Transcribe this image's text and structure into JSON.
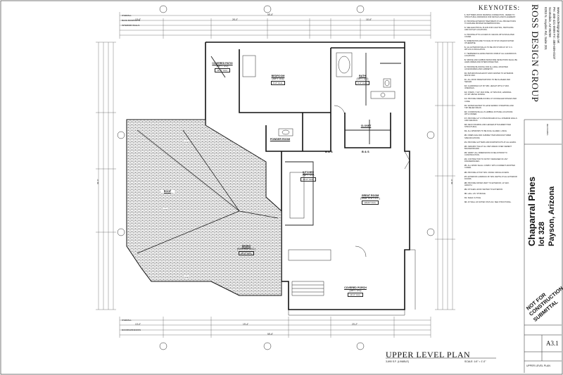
{
  "keynotes": {
    "title": "KEYNOTES:",
    "items": [
      {
        "n": "1.",
        "text": "BUTTRESS ROOF FRAMING CONNECTION - REFER TO STRUCTURAL DRAWINGS FOR DETAILS AND PLACEMENT."
      },
      {
        "n": "2.",
        "text": "PROVIDE EXTERIOR TREATMENT AT ALL PROJECTIONS TO ENSURE PROPER WATERPROOFING."
      },
      {
        "n": "3.",
        "text": "SEE ELECTRICAL PLANS FOR LIGHTING, SWITCHING AND OUTLET LOCATIONS."
      },
      {
        "n": "4.",
        "text": "PROVIDE ATTIC ACCESS IN CEILING WITH INSULATED COVER."
      },
      {
        "n": "5.",
        "text": "DIMENSIONS ARE TO FACE OF STUD UNLESS NOTED OTHERWISE."
      },
      {
        "n": "6.",
        "text": "ALL EXTERIOR WALLS TO BE 2X6 STUDS AT 16\" O.C. WITH R-19 INSULATION."
      },
      {
        "n": "7.",
        "text": "TEMPERED GLAZING PER IRC R308 AT ALL HAZARDOUS LOCATIONS."
      },
      {
        "n": "8.",
        "text": "SMOKE AND CARBON MONOXIDE DETECTORS SHALL BE HARD-WIRED AND INTERCONNECTED."
      },
      {
        "n": "9.",
        "text": "PROVIDE BLOCKING FOR ALL WALL MOUNTED ACCESSORIES AND CABINETRY."
      },
      {
        "n": "10.",
        "text": "BATHROOM EXHAUST FANS VENTED TO EXTERIOR. MIN 50 CFM."
      },
      {
        "n": "11.",
        "text": "ALL ROOF PENETRATIONS TO BE FLASHED AND SEALED."
      },
      {
        "n": "12.",
        "text": "GUARDRAILS AT 36\" MIN. HEIGHT WITH 4\" MAX. OPENINGS."
      },
      {
        "n": "13.",
        "text": "STAIRS: 7-3/4\" MAX RISE, 10\" MIN RUN, HANDRAIL 34\"-38\" ABOVE NOSING."
      },
      {
        "n": "14.",
        "text": "PROVIDE FIREBLOCKING AT CONCEALED SPACES PER CODE."
      },
      {
        "n": "15.",
        "text": "WATER HEATER TO HAVE SEISMIC STRAPPING AND T&P RELIEF DRAIN."
      },
      {
        "n": "16.",
        "text": "COORDINATE ALL PLUMBING FIXTURE LOCATIONS WITH OWNER."
      },
      {
        "n": "17.",
        "text": "PROVIDE 1/2\" GYPSUM BOARD AT ALL INTERIOR WALLS AND CEILINGS."
      },
      {
        "n": "18.",
        "text": "DECK FRAMING AND LEDGER ATTACHMENT PER STRUCTURAL."
      },
      {
        "n": "19.",
        "text": "ALL WINDOWS TO BE DUAL GLAZED, LOW-E."
      },
      {
        "n": "20.",
        "text": "FIREPLACE AND CHIMNEY PER MANUFACTURER SPECIFICATIONS."
      },
      {
        "n": "21.",
        "text": "PROVIDE GUTTERS AND DOWNSPOUTS AT ALL EAVES."
      },
      {
        "n": "22.",
        "text": "CERAMIC TILE AT ALL WET AREAS OVER CEMENT BACKER BOARD."
      },
      {
        "n": "23.",
        "text": "VERIFY ALL DIMENSIONS IN FIELD PRIOR TO CONSTRUCTION."
      },
      {
        "n": "24.",
        "text": "CONTRACTOR TO NOTIFY DESIGNER OF ANY DISCREPANCIES."
      },
      {
        "n": "25.",
        "text": "ALL WORK SHALL COMPLY WITH CURRENT ADOPTED CODES."
      },
      {
        "n": "26.",
        "text": "PROVIDE 22\"X30\" MIN. CRAWL SPACE ACCESS."
      },
      {
        "n": "27.",
        "text": "EXTERIOR LANDINGS 36\" MIN. DEPTH AT ALL EXTERIOR DOORS."
      },
      {
        "n": "28.",
        "text": "PROVIDE DRYER VENT TO EXTERIOR, 14' MAX. LENGTH."
      },
      {
        "n": "29.",
        "text": "KITCHEN HOOD VENTED TO EXTERIOR."
      },
      {
        "n": "30.",
        "text": "HALL LIN. STORAGE."
      },
      {
        "n": "31.",
        "text": "SHELF & POLE."
      },
      {
        "n": "32.",
        "text": "2X WALL AS NOTED ON PLAN, SEE STRUCTURAL."
      }
    ]
  },
  "firm": {
    "name": "ROSS DESIGN GROUP",
    "address_lines": [
      "8283 N. Hayden Rd, Suite 201",
      "Scottsdale, AZ 85258",
      "PH: 480-421-0909  FX: 480-609-0107",
      "www.rossdesigngroup.net"
    ]
  },
  "project": {
    "name": "Chaparral Pines",
    "lot": "lot 328",
    "location": "Payson, Arizona"
  },
  "stamp": {
    "line1": "NOT FOR",
    "line2": "CONSTRUCTION",
    "line3": "SUBMITTAL"
  },
  "sheet": {
    "number": "A3.1",
    "name": "UPPER LEVEL PLAN"
  },
  "plan": {
    "title": "UPPER LEVEL PLAN",
    "area": "3,690 S.F. (LIVABLE)",
    "scale": "SCALE: 1/4\" = 1'-0\""
  },
  "rooms": [
    {
      "name": "COVERED PATIO",
      "sub": "(SIPT GG)",
      "tag": "10'-0\" CLG."
    },
    {
      "name": "BEDROOM",
      "sub": "(SIPT GG)",
      "tag": "9'-0\" CLG."
    },
    {
      "name": "BATH",
      "sub": "(SIPT GG)",
      "tag": "9'-0\" CLG."
    },
    {
      "name": "POWDER ROOM",
      "sub": "",
      "tag": ""
    },
    {
      "name": "CLOSET",
      "sub": "",
      "tag": ""
    },
    {
      "name": "KITCHEN",
      "sub": "(SIPT GG)",
      "tag": "10'-0\" CLG."
    },
    {
      "name": "GREAT ROOM",
      "sub": "(VAULTED CLG.)",
      "tag": "VAULT CLG."
    },
    {
      "name": "DINING",
      "sub": "(PARTIAL CLG.)",
      "tag": "10'-0\" CLG."
    },
    {
      "name": "COVERED PORCH",
      "sub": "(SIPT GG)",
      "tag": "10'-0\" CLG."
    },
    {
      "name": "ROOF",
      "sub": "",
      "tag": ""
    }
  ],
  "labels": {
    "overall": "OVERALL",
    "bldg_bumpouts": "BLDG BUMPOUTS",
    "interior_walls": "INTERIOR WALLS",
    "doors_windows": "DOORS/WINDOWS",
    "b_and_s": "B & S",
    "pitch": "4:12",
    "revisions": "REVISIONS"
  },
  "dims": {
    "top_overall": "55'-6\"",
    "bottom_overall": "55'-6\"",
    "top_segments": [
      "13'-0\"",
      "26'-0\"",
      "16'-6\""
    ],
    "bottom_segments": [
      "13'-0\"",
      "19'-4\"",
      "23'-2\""
    ],
    "left_overall": "49'-6\"",
    "right_overall": "49'-6\""
  }
}
